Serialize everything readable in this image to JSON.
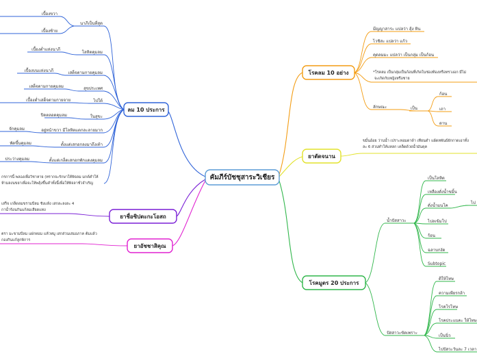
{
  "center": {
    "title": "คัมภีร์บัชชุสาระวิเชียร"
  },
  "colors": {
    "blue": "#2f63d8",
    "orange": "#f39c12",
    "yellow": "#e2e22a",
    "purple": "#7a1fd6",
    "magenta": "#e020d0",
    "green": "#2fb64a",
    "center_border": "#5b9bd5"
  },
  "branches": {
    "lom10": {
      "title": "ลม 10 ประการ",
      "items": [
        {
          "label": "นาภีเป็นที่สุด",
          "subs": [
            "เบื้องขวา",
            "เบื้องซ้าย"
          ]
        },
        {
          "label": "โลหิตคุมลม",
          "subs": [
            "เบื้องต่ำแห่งนาภี"
          ]
        },
        {
          "label": "เสด็จตามกายคุมลม",
          "subs": [
            "เบื้องบนแห่งนาภี"
          ]
        },
        {
          "label": "สุขประเทศ",
          "subs": [
            "เสด็จตามกายคุมลม"
          ]
        },
        {
          "label": "ไปใต้",
          "subs": [
            "เบื้องต่ำเสด็จตามกายจาย"
          ]
        },
        {
          "label": "ในสุขะ",
          "subs": [
            "ปิดตลอดคุมลม"
          ]
        },
        {
          "label": "อยู่หน้าขวา มีโลหิตแตกละลายมาก",
          "subs": [
            "จักคุมลม"
          ]
        },
        {
          "label": "ตั้งแต่เสกอกลงมาถึงเท้า",
          "subs": [
            "พัดขึ้นคุมลม"
          ]
        },
        {
          "label": "ตั้งแต่เกล็ดเสกอกพักแดงคุมลม",
          "subs": [
            "ประว่างคุมลม"
          ]
        }
      ],
      "note_lines": [
        "กรการนี้ พลองเพื่อวิชาหาย (ทรากจะรักษาให้พิจลม มกค์คำให้",
        "ห้ามลงนขยาเพื่อจะให้พลุ้งขึ้นคำทั้งนี้เพื่อให้พิจลาชั่วจำเริญ"
      ]
    },
    "sivachu": {
      "title": "ยาชื่อซิปตะกะโอสถ",
      "note_lines": [
        "เสร็จ เกล็ดลมขรามบีลม ชิงแห้ง เสกละลงละ 4",
        "กาน้ำร้อนกินแก้ลมเสียดแทง"
      ]
    },
    "chaiyatit": {
      "title": "ยาอัชชาสิคุณ",
      "note_lines": [
        "ตรา มะขามบีลม แฝกหอม แห้วหมู เสกส่วนเสมอภาค ต้มแล้ว",
        "กองกินแก้ลูกพิการ"
      ]
    },
    "roklom10": {
      "title": "โรคลม 10 อย่าง",
      "items": [
        "มีญญาสาระ แปลว่า สุ้ง หิน",
        "ไวชิสะ แปลว่า แก้ว",
        "คุดลมมะ แปลว่า เป็นกลุ่ม เป็นก้อน",
        "*โรคลม เป็นกลุ่มเป็นก้อนที่เกิดในช่องท้องหรือทรวงอก มีไม่",
        "จะเกิดกับหญิงหรือชาย"
      ],
      "tail": {
        "label": "ลักษณะ",
        "mid": "เป็น",
        "ends": [
          "ก้อน",
          "เถา",
          "ดาน"
        ]
      }
    },
    "yachaethan": {
      "title": "ยาตัดจนาน",
      "note_lines": [
        "ขมิ้นอ้อย ว่านน้ำ เปราะหอมดาด้า เทียนดำ แผ้ดหพันธ์ผักกาดเอาทั้ง",
        "ละ 6 ส่วนทำให้แหลก เคล็ดด้วยน้ำมันคุค"
      ]
    },
    "rokmut20": {
      "title": "โรคมูตร 20 ประการ",
      "groups": [
        {
          "label": "น้ำปัสสาวะ",
          "items": [
            "เป็นโลหิต",
            "เหลืองดั่งน้ำขมิ้น",
            "ดั่งน้ำมนโค",
            "ไปลเข้มโป",
            "ร้อน",
            "ฉลาบกงัด",
            "Subtopic"
          ],
          "extra": "ไป"
        },
        {
          "label": "ปัสสาวะขัดเพราะ",
          "items": [
            "ดีให้โทษ",
            "ความเพียรกล้า",
            "โรคโรโทษ",
            "โรคประแบคะ ให้โทษ",
            "เป็นนิ่ว",
            "ไปปัสวะวันละ 7 เวลา"
          ]
        }
      ]
    }
  }
}
